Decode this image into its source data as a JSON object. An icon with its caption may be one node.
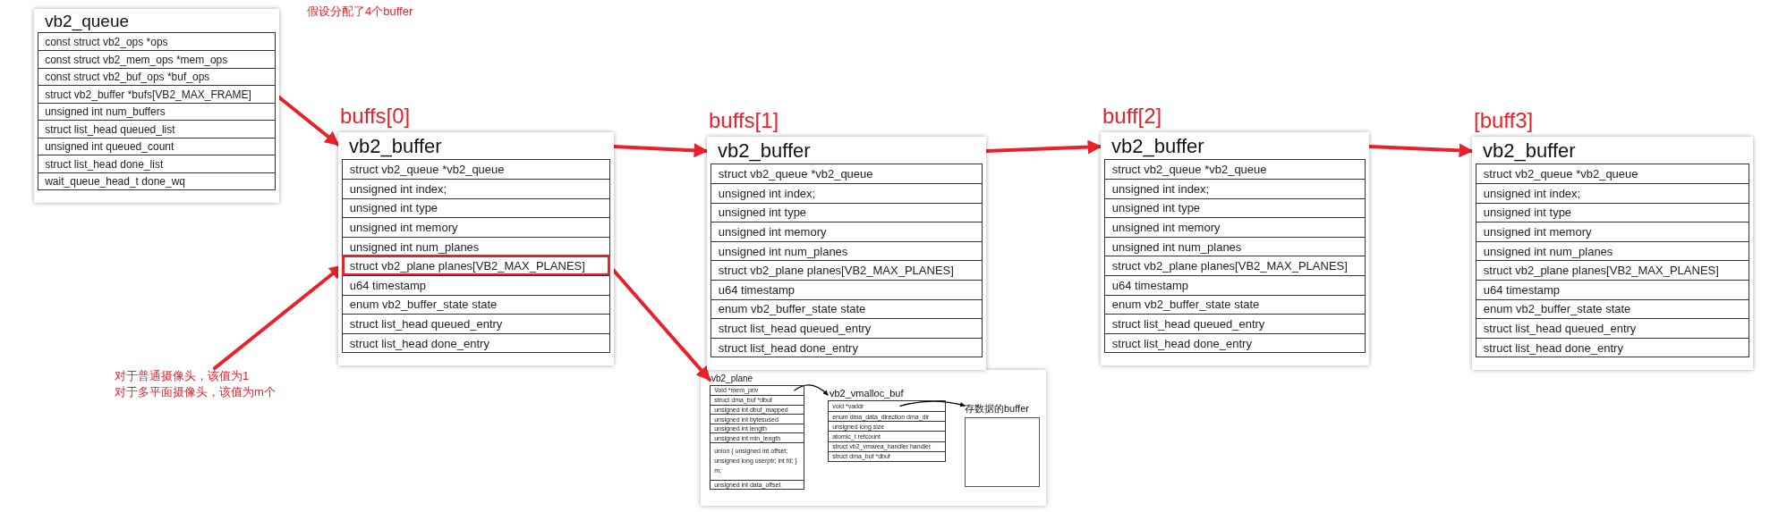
{
  "diagram": {
    "nodes": [
      {
        "text": [
          "vb2_queue"
        ]
      },
      {
        "text": [
          "const struct vb2_ops *ops"
        ],
        "in": 0
      },
      {
        "text": [
          "const struct vb2_mem_ops *mem_ops"
        ],
        "in": 0
      },
      {
        "text": [
          "const struct vb2_buf_ops  *buf_ops"
        ],
        "in": 0
      },
      {
        "text": [
          "struct vb2_buffer *bufs[VB2_MAX_FRAME]"
        ],
        "in": 0
      },
      {
        "text": [
          "unsigned int num_buffers"
        ],
        "in": 0
      },
      {
        "text": [
          "struct list_head queued_list"
        ],
        "in": 0
      },
      {
        "text": [
          "unsigned int queued_count"
        ],
        "in": 0
      },
      {
        "text": [
          "struct list_head done_list"
        ],
        "in": 0
      },
      {
        "text": [
          "wait_queue_head_t done_wq"
        ],
        "in": 0
      },
      {
        "text": [
          "buffs[0]",
          "vb2_buffer"
        ]
      },
      {
        "text": [
          "struct vb2_queue *vb2_queue"
        ],
        "in": 10
      },
      {
        "text": [
          "unsigned int index;"
        ],
        "in": 10
      },
      {
        "text": [
          "unsigned int type"
        ],
        "in": 10
      },
      {
        "text": [
          "unsigned int memory"
        ],
        "in": 10
      },
      {
        "text": [
          "unsigned int num_planes"
        ],
        "in": 10
      },
      {
        "text": [
          "struct vb2_plane planes[VB2_MAX_PLANES]"
        ],
        "in": 10
      },
      {
        "text": [
          "u64 timestamp"
        ],
        "in": 10
      },
      {
        "text": [
          "enum vb2_buffer_state state"
        ],
        "in": 10
      },
      {
        "text": [
          "struct list_head queued_entry"
        ],
        "in": 10
      },
      {
        "text": [
          "struct list_head done_entry"
        ],
        "in": 10
      },
      {
        "text": [
          "buffs[1]",
          "vb2_buffer"
        ]
      },
      {
        "text": [
          "struct vb2_queue *vb2_queue"
        ],
        "in": 21
      },
      {
        "text": [
          "unsigned int index;"
        ],
        "in": 21
      },
      {
        "text": [
          "unsigned int type"
        ],
        "in": 21
      },
      {
        "text": [
          "unsigned int memory"
        ],
        "in": 21
      },
      {
        "text": [
          "unsigned int num_planes"
        ],
        "in": 21
      },
      {
        "text": [
          "struct vb2_plane planes[VB2_MAX_PLANES]"
        ],
        "in": 21
      },
      {
        "text": [
          "u64 timestamp"
        ],
        "in": 21
      },
      {
        "text": [
          "enum vb2_buffer_state state"
        ],
        "in": 21
      },
      {
        "text": [
          "struct list_head queued_entry"
        ],
        "in": 21
      },
      {
        "text": [
          "struct list_head done_entry"
        ],
        "in": 21
      },
      {
        "text": [
          "buff[2]",
          "vb2_buffer"
        ]
      },
      {
        "text": [
          "struct vb2_queue *vb2_queue"
        ],
        "in": 32
      },
      {
        "text": [
          "unsigned int index;"
        ],
        "in": 32
      },
      {
        "text": [
          "unsigned int type"
        ],
        "in": 32
      },
      {
        "text": [
          "unsigned int memory"
        ],
        "in": 32
      },
      {
        "text": [
          "unsigned int num_planes"
        ],
        "in": 32
      },
      {
        "text": [
          "struct vb2_plane planes[VB2_MAX_PLANES]"
        ],
        "in": 32
      },
      {
        "text": [
          "u64 timestamp"
        ],
        "in": 32
      },
      {
        "text": [
          "enum vb2_buffer_state state"
        ],
        "in": 32
      },
      {
        "text": [
          "struct list_head queued_entry"
        ],
        "in": 32
      },
      {
        "text": [
          "struct list_head done_entry"
        ],
        "in": 32
      },
      {
        "text": [
          "[buff3]",
          "vb2_buffer"
        ]
      },
      {
        "text": [
          "struct vb2_queue *vb2_queue"
        ],
        "in": 43
      },
      {
        "text": [
          "unsigned int index;"
        ],
        "in": 43
      },
      {
        "text": [
          "unsigned int type"
        ],
        "in": 43
      },
      {
        "text": [
          "unsigned int memory"
        ],
        "in": 43
      },
      {
        "text": [
          "unsigned int num_planes"
        ],
        "in": 43
      },
      {
        "text": [
          "struct vb2_plane planes[VB2_MAX_PLANES]"
        ],
        "in": 43
      },
      {
        "text": [
          "u64 timestamp"
        ],
        "in": 43
      },
      {
        "text": [
          "enum vb2_buffer_state state"
        ],
        "in": 43
      },
      {
        "text": [
          "struct list_head queued_entry"
        ],
        "in": 43
      },
      {
        "text": [
          "struct list_head done_entry"
        ],
        "in": 43
      },
      {
        "text": [
          "vb2_plane"
        ]
      },
      {
        "text": [
          "Void *mem_priv"
        ],
        "in": 54
      },
      {
        "text": [
          "struct dma_buf *dbuf"
        ],
        "in": 54
      },
      {
        "text": [
          "unsigned int dbuf_mapped"
        ],
        "in": 54
      },
      {
        "text": [
          "unsigned int bytesused"
        ],
        "in": 54
      },
      {
        "text": [
          "unsigned int length"
        ],
        "in": 54
      },
      {
        "text": [
          "unsigned int min_length"
        ],
        "in": 54
      },
      {
        "text": [
          "union { unsigned int offset; unsigned long userptr; int fd; } m;"
        ],
        "in": 54
      },
      {
        "text": [
          "unsigned int data_offset"
        ],
        "in": 54
      },
      {
        "text": [
          "vb2_vmalloc_buf"
        ]
      },
      {
        "text": [
          "void *vaddr"
        ],
        "in": 63
      },
      {
        "text": [
          "enum dma_data_direction dma_dir"
        ],
        "in": 63
      },
      {
        "text": [
          "unsigned long size"
        ],
        "in": 63
      },
      {
        "text": [
          "atomic_t refcount"
        ],
        "in": 63
      },
      {
        "text": [
          "struct vb2_vmarea_handler handler"
        ],
        "in": 63
      },
      {
        "text": [
          "struct dma_buf *dbuf"
        ],
        "in": 63
      },
      {
        "text": [
          "存数据的buffer"
        ]
      },
      {
        "text": [
          "对于普通摄像头，该值为1",
          "对于多平面摄像头，该值为m个"
        ]
      }
    ],
    "edges": [
      {
        "from": 4,
        "to": 10,
        "arrow": "to"
      },
      {
        "from": 10,
        "to": 21,
        "arrow": "to"
      },
      {
        "from": 21,
        "to": 32,
        "arrow": "to"
      },
      {
        "from": 32,
        "to": 43,
        "arrow": "to"
      },
      {
        "from": 16,
        "to": 54,
        "arrow": "to"
      },
      {
        "from": 71,
        "to": 16,
        "arrow": "to"
      },
      {
        "from": 55,
        "to": 63,
        "arrow": "to",
        "color": "#000000"
      },
      {
        "from": 64,
        "to": 70,
        "arrow": "to",
        "color": "#000000"
      }
    ],
    "labels": [
      "假设分配了4个buffer"
    ]
  }
}
